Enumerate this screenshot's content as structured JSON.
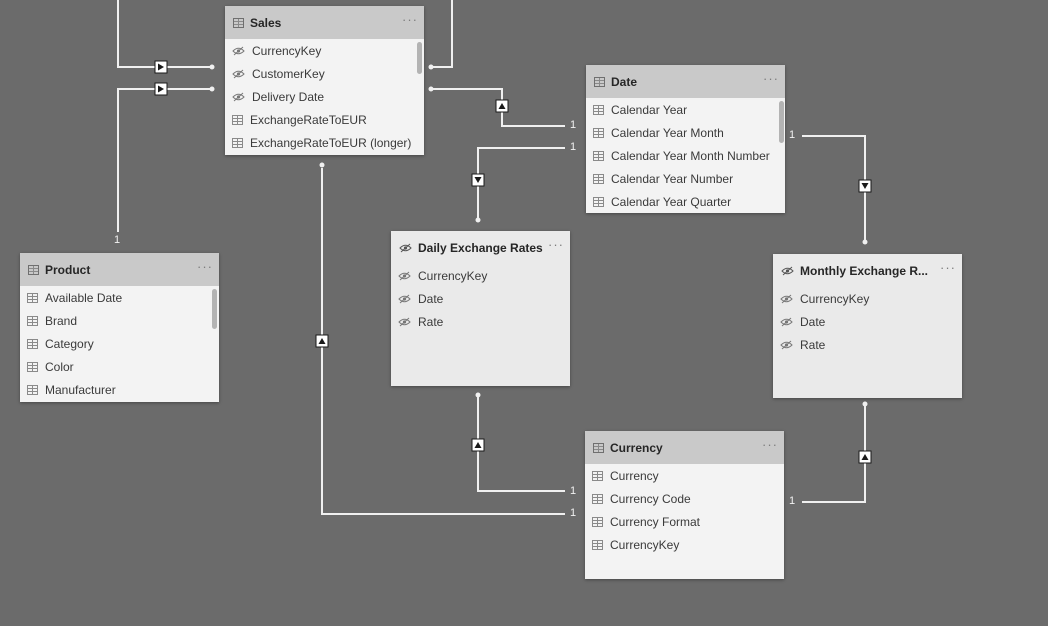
{
  "colors": {
    "canvas": "#6b6b6b",
    "table_header": "#c9c9c9",
    "table_body": "#f3f3f3",
    "hidden_table_body": "#eaeaea",
    "relationship_line": "#f0f0f0"
  },
  "cardinality": {
    "one": "1"
  },
  "tables": {
    "sales": {
      "title": "Sales",
      "icon": "table-icon",
      "menu": "···",
      "fields": [
        {
          "label": "CurrencyKey",
          "icon": "hidden-icon"
        },
        {
          "label": "CustomerKey",
          "icon": "hidden-icon"
        },
        {
          "label": "Delivery Date",
          "icon": "hidden-icon"
        },
        {
          "label": "ExchangeRateToEUR",
          "icon": "table-icon"
        },
        {
          "label": "ExchangeRateToEUR (longer)",
          "icon": "table-icon"
        }
      ]
    },
    "date": {
      "title": "Date",
      "icon": "table-icon",
      "menu": "···",
      "fields": [
        {
          "label": "Calendar Year",
          "icon": "table-icon"
        },
        {
          "label": "Calendar Year Month",
          "icon": "table-icon"
        },
        {
          "label": "Calendar Year Month Number",
          "icon": "table-icon"
        },
        {
          "label": "Calendar Year Number",
          "icon": "table-icon"
        },
        {
          "label": "Calendar Year Quarter",
          "icon": "table-icon"
        }
      ]
    },
    "product": {
      "title": "Product",
      "icon": "table-icon",
      "menu": "···",
      "fields": [
        {
          "label": "Available Date",
          "icon": "table-icon"
        },
        {
          "label": "Brand",
          "icon": "table-icon"
        },
        {
          "label": "Category",
          "icon": "table-icon"
        },
        {
          "label": "Color",
          "icon": "table-icon"
        },
        {
          "label": "Manufacturer",
          "icon": "table-icon"
        }
      ]
    },
    "daily_rates": {
      "title": "Daily Exchange Rates",
      "icon": "hidden-icon",
      "menu": "···",
      "fields": [
        {
          "label": "CurrencyKey",
          "icon": "hidden-icon"
        },
        {
          "label": "Date",
          "icon": "hidden-icon"
        },
        {
          "label": "Rate",
          "icon": "hidden-icon"
        }
      ]
    },
    "monthly_rates": {
      "title": "Monthly Exchange R...",
      "icon": "hidden-icon",
      "menu": "···",
      "fields": [
        {
          "label": "CurrencyKey",
          "icon": "hidden-icon"
        },
        {
          "label": "Date",
          "icon": "hidden-icon"
        },
        {
          "label": "Rate",
          "icon": "hidden-icon"
        }
      ]
    },
    "currency": {
      "title": "Currency",
      "icon": "table-icon",
      "menu": "···",
      "fields": [
        {
          "label": "Currency",
          "icon": "table-icon"
        },
        {
          "label": "Currency Code",
          "icon": "table-icon"
        },
        {
          "label": "Currency Format",
          "icon": "table-icon"
        },
        {
          "label": "CurrencyKey",
          "icon": "table-icon"
        }
      ]
    }
  }
}
